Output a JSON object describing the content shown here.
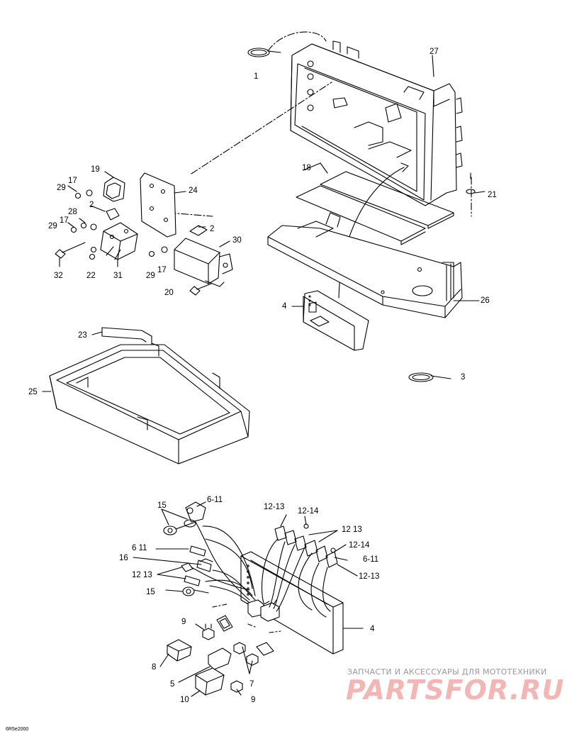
{
  "callouts": [
    {
      "id": "c1",
      "text": "1"
    },
    {
      "id": "c27",
      "text": "27"
    },
    {
      "id": "c18",
      "text": "18"
    },
    {
      "id": "c21",
      "text": "21"
    },
    {
      "id": "c19",
      "text": "19"
    },
    {
      "id": "c17a",
      "text": "17"
    },
    {
      "id": "c29a",
      "text": "29"
    },
    {
      "id": "c2a",
      "text": "2"
    },
    {
      "id": "c24",
      "text": "24"
    },
    {
      "id": "c28",
      "text": "28"
    },
    {
      "id": "c17b",
      "text": "17"
    },
    {
      "id": "c29b",
      "text": "29"
    },
    {
      "id": "c2b",
      "text": "2"
    },
    {
      "id": "c30",
      "text": "30"
    },
    {
      "id": "c32",
      "text": "32"
    },
    {
      "id": "c22",
      "text": "22"
    },
    {
      "id": "c31",
      "text": "31"
    },
    {
      "id": "c29c",
      "text": "29"
    },
    {
      "id": "c17c",
      "text": "17"
    },
    {
      "id": "c20",
      "text": "20"
    },
    {
      "id": "c26",
      "text": "26"
    },
    {
      "id": "c4a",
      "text": "4"
    },
    {
      "id": "c3",
      "text": "3"
    },
    {
      "id": "c23",
      "text": "23"
    },
    {
      "id": "c25",
      "text": "25"
    },
    {
      "id": "c15a",
      "text": "15"
    },
    {
      "id": "c611a",
      "text": "6-11"
    },
    {
      "id": "c1213a",
      "text": "12-13"
    },
    {
      "id": "c1214a",
      "text": "12-14"
    },
    {
      "id": "c1213b",
      "text": "12 13"
    },
    {
      "id": "c611b",
      "text": "6 11"
    },
    {
      "id": "c1214b",
      "text": "12-14"
    },
    {
      "id": "c16",
      "text": "16"
    },
    {
      "id": "c611c",
      "text": "6-11"
    },
    {
      "id": "c1213c",
      "text": "12 13"
    },
    {
      "id": "c1213d",
      "text": "12-13"
    },
    {
      "id": "c15b",
      "text": "15"
    },
    {
      "id": "c4b",
      "text": "4"
    },
    {
      "id": "c9a",
      "text": "9"
    },
    {
      "id": "c8",
      "text": "8"
    },
    {
      "id": "c7",
      "text": "7"
    },
    {
      "id": "c5",
      "text": "5"
    },
    {
      "id": "c10",
      "text": "10"
    },
    {
      "id": "c9b",
      "text": "9"
    }
  ],
  "figure_code": "6R5e2000",
  "watermark": {
    "tagline": "ЗАПЧАСТИ И АКСЕССУАРЫ ДЛЯ МОТОТЕХНИКИ",
    "brand": "PARTSFOR.RU"
  },
  "colors": {
    "line": "#000000",
    "watermark_gray": "#9a9a9a",
    "watermark_pink": "#f4b5b5"
  }
}
